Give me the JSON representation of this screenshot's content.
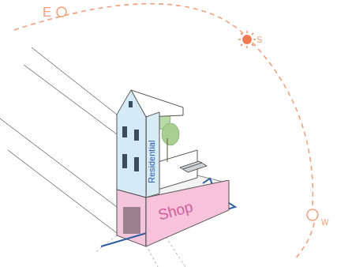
{
  "diagram": {
    "nodes": [
      {
        "text": [
          "Shop"
        ]
      }
    ],
    "labels": [
      "Residential",
      "E",
      "S",
      "W"
    ]
  }
}
